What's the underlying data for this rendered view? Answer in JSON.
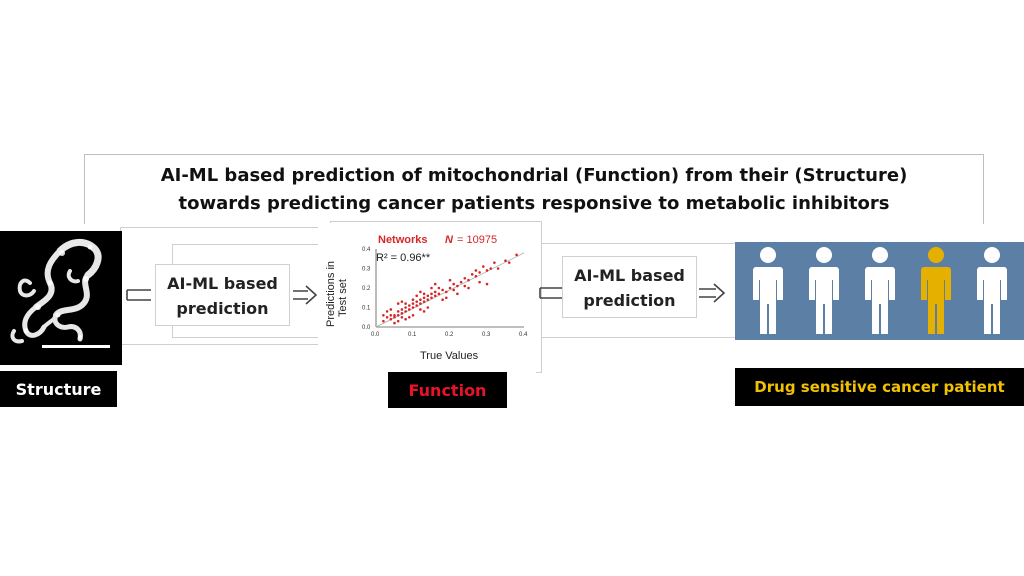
{
  "title": {
    "line1": "AI-ML based prediction of  mitochondrial (Function) from their (Structure)",
    "line2": "towards predicting cancer patients responsive to metabolic inhibitors"
  },
  "structure": {
    "label": "Structure"
  },
  "ml_step_1": {
    "line1": "AI-ML based",
    "line2": "prediction"
  },
  "ml_step_2": {
    "line1": "AI-ML based",
    "line2": "prediction"
  },
  "function": {
    "label": "Function"
  },
  "patients": {
    "label": "Drug sensitive cancer  patient",
    "count": 5,
    "highlighted_index": 3,
    "colors": {
      "normal": "#ffffff",
      "highlight": "#e6b000",
      "background": "#5c7fa6"
    }
  },
  "colors": {
    "label_red": "#e8132b",
    "label_yellow": "#f2c200",
    "points": "#d62728"
  },
  "chart_data": {
    "type": "scatter",
    "title_main": "Networks",
    "title_n_symbol": "N",
    "title_n_value": "= 10975",
    "annotation": "R² = 0.96**",
    "ylabel_line1": "Predictions in",
    "ylabel_line2": "Test set",
    "xlabel": "True Values",
    "xlim": [
      0,
      0.4
    ],
    "ylim": [
      0,
      0.4
    ],
    "xticks": [
      "0.0",
      "0.1",
      "0.2",
      "0.3",
      "0.4"
    ],
    "yticks": [
      "0.0",
      "0.1",
      "0.2",
      "0.3",
      "0.4"
    ],
    "fit_line": [
      [
        0,
        0
      ],
      [
        0.4,
        0.38
      ]
    ],
    "points": [
      [
        0.02,
        0.03
      ],
      [
        0.03,
        0.05
      ],
      [
        0.04,
        0.04
      ],
      [
        0.05,
        0.06
      ],
      [
        0.05,
        0.05
      ],
      [
        0.06,
        0.08
      ],
      [
        0.06,
        0.06
      ],
      [
        0.07,
        0.07
      ],
      [
        0.07,
        0.09
      ],
      [
        0.08,
        0.08
      ],
      [
        0.08,
        0.1
      ],
      [
        0.09,
        0.09
      ],
      [
        0.09,
        0.11
      ],
      [
        0.1,
        0.1
      ],
      [
        0.1,
        0.12
      ],
      [
        0.11,
        0.11
      ],
      [
        0.11,
        0.13
      ],
      [
        0.12,
        0.12
      ],
      [
        0.12,
        0.14
      ],
      [
        0.13,
        0.13
      ],
      [
        0.13,
        0.15
      ],
      [
        0.14,
        0.14
      ],
      [
        0.14,
        0.16
      ],
      [
        0.15,
        0.15
      ],
      [
        0.15,
        0.17
      ],
      [
        0.16,
        0.16
      ],
      [
        0.16,
        0.18
      ],
      [
        0.17,
        0.17
      ],
      [
        0.18,
        0.19
      ],
      [
        0.19,
        0.18
      ],
      [
        0.2,
        0.2
      ],
      [
        0.21,
        0.22
      ],
      [
        0.22,
        0.21
      ],
      [
        0.23,
        0.23
      ],
      [
        0.24,
        0.25
      ],
      [
        0.25,
        0.24
      ],
      [
        0.26,
        0.27
      ],
      [
        0.27,
        0.26
      ],
      [
        0.28,
        0.28
      ],
      [
        0.3,
        0.29
      ],
      [
        0.31,
        0.3
      ],
      [
        0.32,
        0.33
      ],
      [
        0.35,
        0.34
      ],
      [
        0.38,
        0.37
      ],
      [
        0.04,
        0.09
      ],
      [
        0.06,
        0.12
      ],
      [
        0.08,
        0.04
      ],
      [
        0.1,
        0.06
      ],
      [
        0.12,
        0.18
      ],
      [
        0.14,
        0.1
      ],
      [
        0.03,
        0.08
      ],
      [
        0.05,
        0.02
      ],
      [
        0.07,
        0.13
      ],
      [
        0.09,
        0.05
      ],
      [
        0.11,
        0.16
      ],
      [
        0.13,
        0.08
      ],
      [
        0.15,
        0.2
      ],
      [
        0.18,
        0.14
      ],
      [
        0.2,
        0.24
      ],
      [
        0.22,
        0.17
      ],
      [
        0.25,
        0.2
      ],
      [
        0.28,
        0.23
      ],
      [
        0.3,
        0.22
      ],
      [
        0.16,
        0.22
      ],
      [
        0.06,
        0.03
      ],
      [
        0.04,
        0.06
      ],
      [
        0.08,
        0.12
      ],
      [
        0.1,
        0.14
      ],
      [
        0.12,
        0.09
      ],
      [
        0.02,
        0.06
      ],
      [
        0.07,
        0.05
      ],
      [
        0.13,
        0.17
      ],
      [
        0.17,
        0.2
      ],
      [
        0.19,
        0.15
      ],
      [
        0.21,
        0.19
      ],
      [
        0.24,
        0.21
      ],
      [
        0.33,
        0.3
      ],
      [
        0.36,
        0.33
      ],
      [
        0.27,
        0.29
      ],
      [
        0.29,
        0.31
      ]
    ]
  }
}
